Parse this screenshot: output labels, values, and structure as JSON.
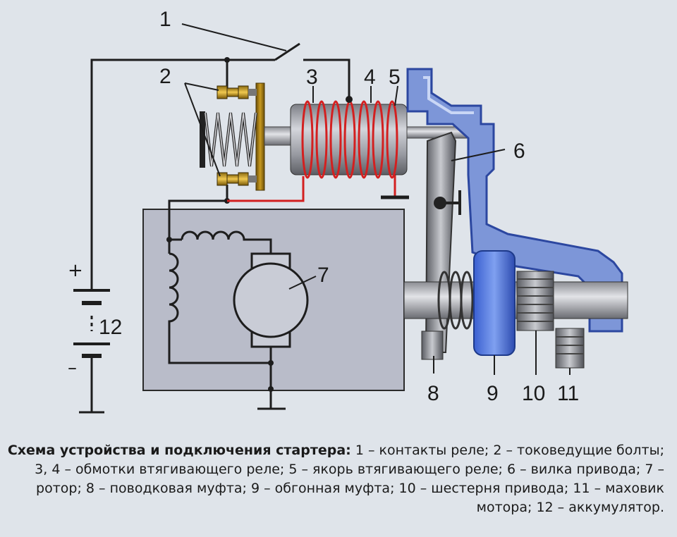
{
  "diagram": {
    "labels": {
      "l1": "1",
      "l2": "2",
      "l3": "3",
      "l4": "4",
      "l5": "5",
      "l6": "6",
      "l7": "7",
      "l8": "8",
      "l9": "9",
      "l10": "10",
      "l11": "11",
      "l12": "12"
    },
    "battery_plus": "+",
    "battery_minus": "–"
  },
  "caption": {
    "title": "Схема устройства и подключения стартера:",
    "text": " 1 – контакты реле; 2 – токо­ведущие болты; 3, 4 – обмотки втягивающего реле; 5 – якорь втягивающего реле; 6 – вилка привода; 7 – ротор; 8 – поводковая муфта; 9 – обгонная муфта; 10 – шестерня привода; 11 – маховик мотора; 12 – аккумулятор."
  }
}
